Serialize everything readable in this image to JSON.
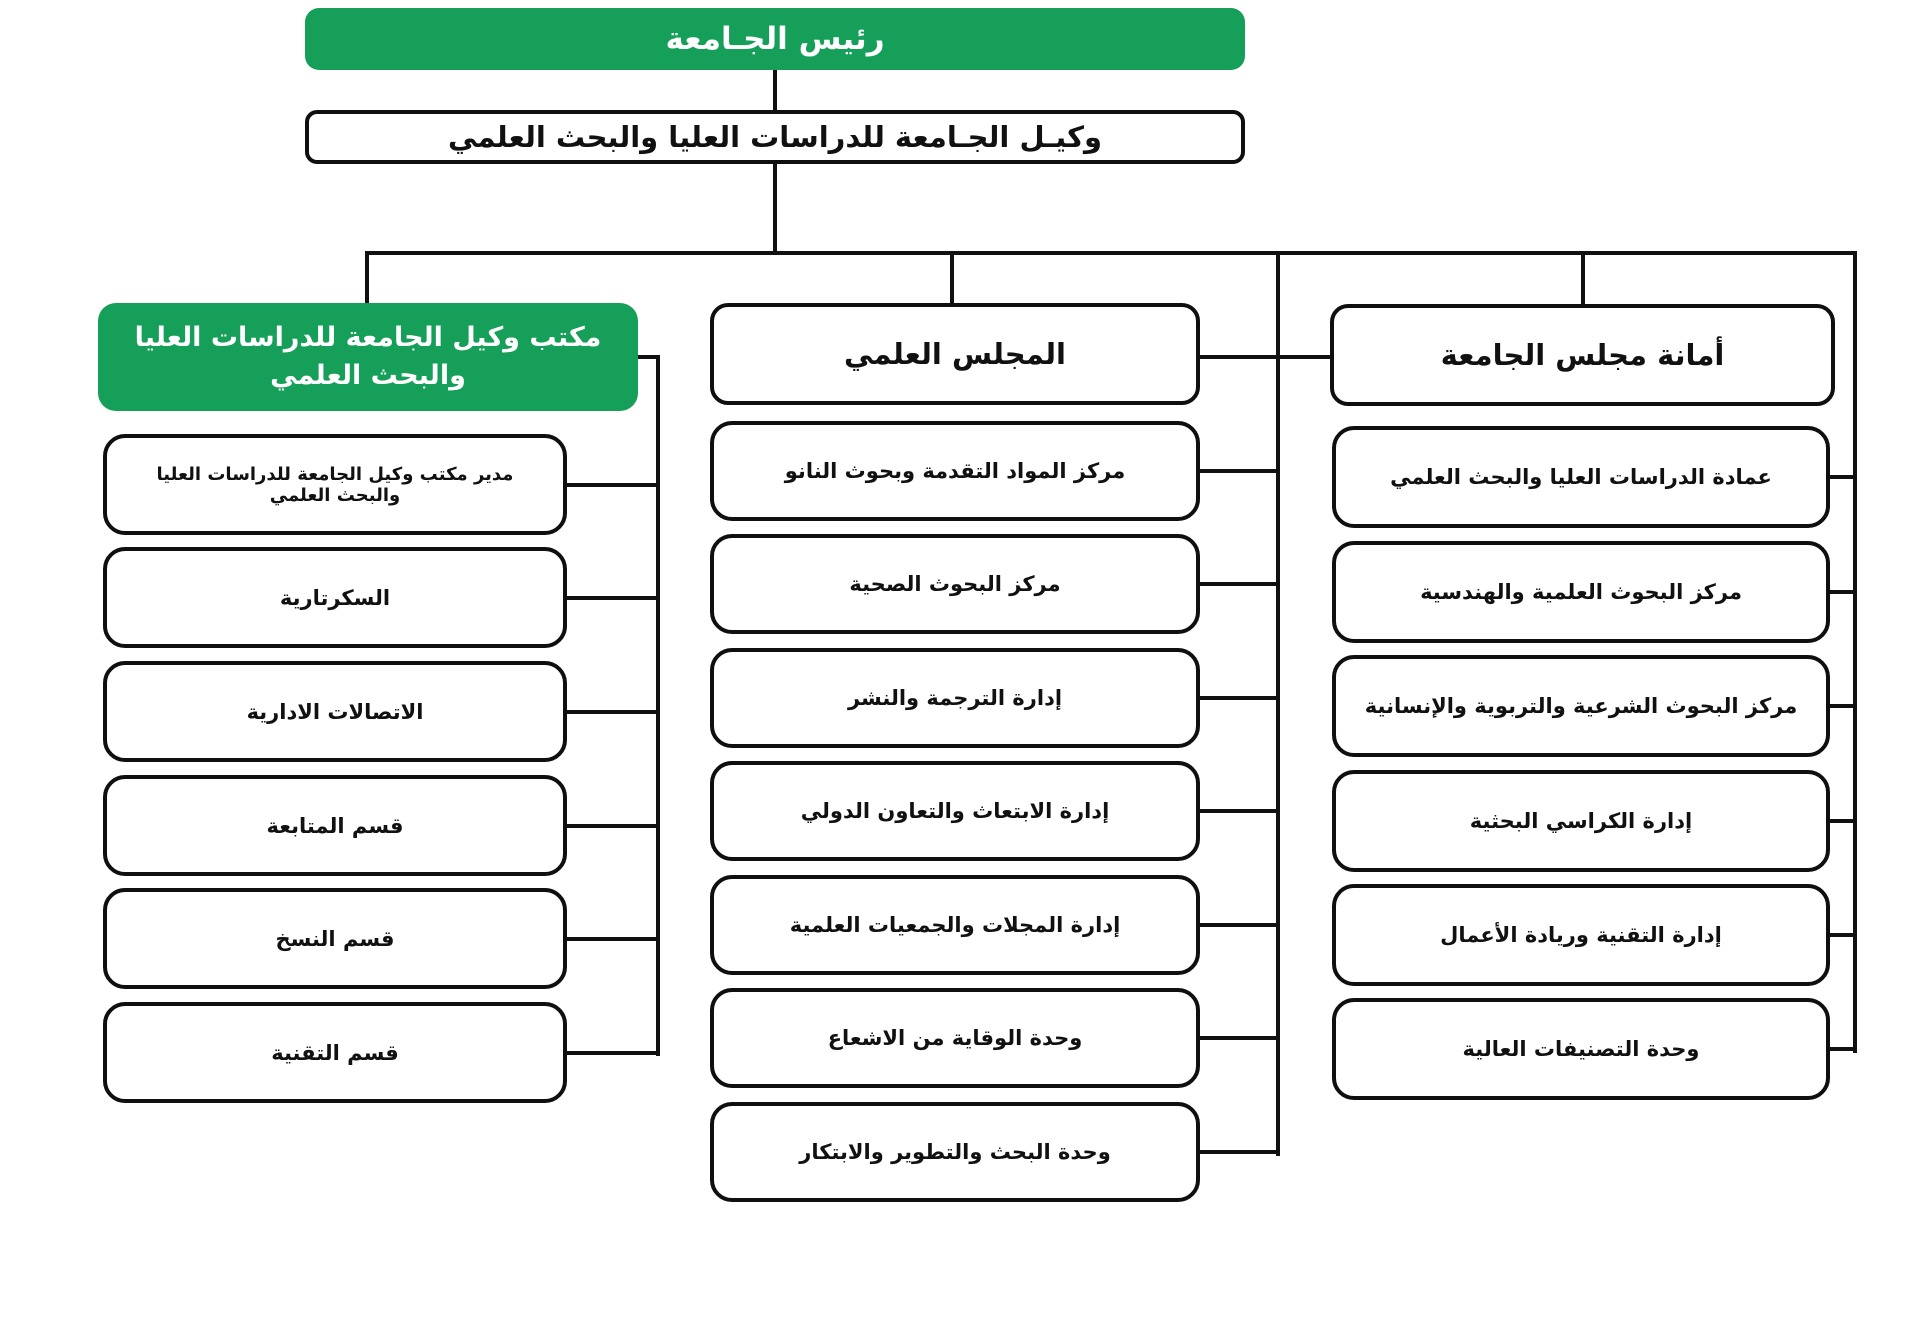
{
  "colors": {
    "green": "#169f58",
    "line": "#111111",
    "background": "#ffffff"
  },
  "chart": {
    "president": "رئيس الجـامعة",
    "vice_president": "وكيـل الجـامعة للدراسات العليا والبحث العلمي",
    "office": {
      "header": "مكتب وكيل الجامعة للدراسات العليا والبحث العلمي",
      "children": [
        "مدير مكتب وكيل الجامعة للدراسات العليا والبحث العلمي",
        "السكرتارية",
        "الاتصالات الادارية",
        "قسم المتابعة",
        "قسم النسخ",
        "قسم التقنية"
      ]
    },
    "scientific_council": {
      "header": "المجلس العلمي",
      "children": [
        "مركز المواد التقدمة وبحوث النانو",
        "مركز البحوث الصحية",
        "إدارة الترجمة والنشر",
        "إدارة الابتعاث والتعاون الدولي",
        "إدارة المجلات والجمعيات العلمية",
        "وحدة الوقاية من الاشعاع",
        "وحدة البحث والتطوير والابتكار"
      ]
    },
    "council_secretariat": {
      "header": "أمانة مجلس الجامعة",
      "children": [
        "عمادة الدراسات العليا والبحث العلمي",
        "مركز البحوث العلمية والهندسية",
        "مركز البحوث الشرعية والتربوية والإنسانية",
        "إدارة الكراسي البحثية",
        "إدارة التقنية وريادة الأعمال",
        "وحدة التصنيفات العالية"
      ]
    }
  }
}
